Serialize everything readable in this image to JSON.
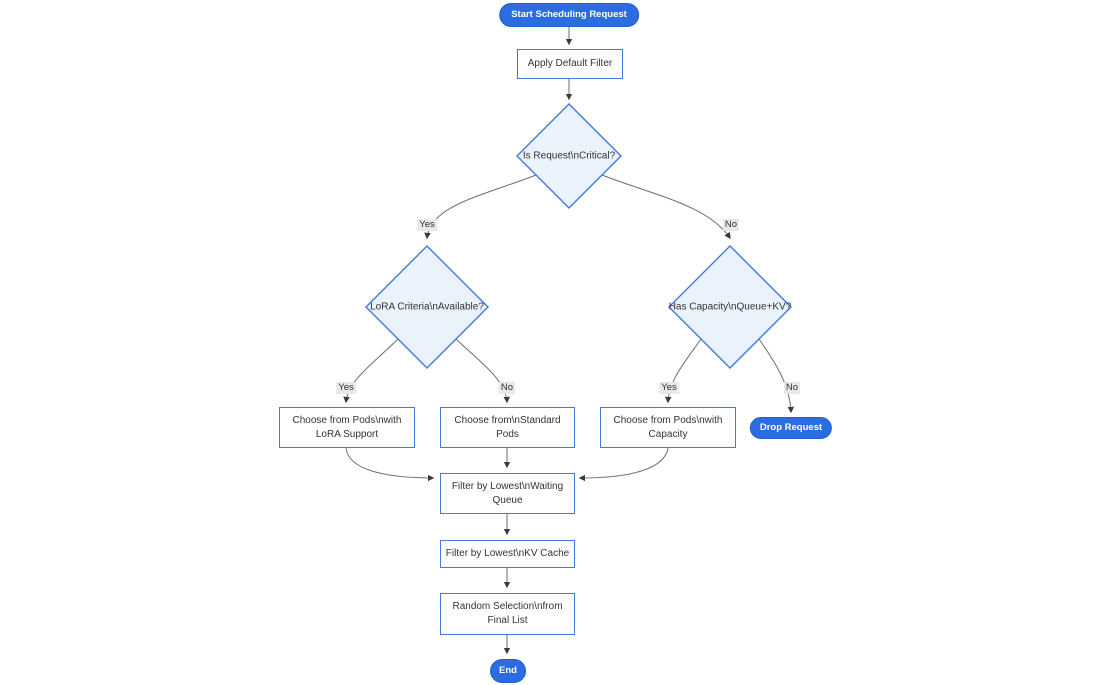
{
  "diagram": {
    "type": "flowchart",
    "nodes": {
      "start": {
        "label": "Start Scheduling Request",
        "shape": "stadium"
      },
      "apply_default_filter": {
        "label": "Apply Default Filter",
        "shape": "rect"
      },
      "is_request_critical": {
        "label": "Is Request\\nCritical?",
        "shape": "diamond"
      },
      "lora_criteria_available": {
        "label": "LoRA Criteria\\nAvailable?",
        "shape": "diamond"
      },
      "has_capacity_queue_kv": {
        "label": "Has Capacity\\nQueue+KV?",
        "shape": "diamond"
      },
      "choose_pods_lora": {
        "label": "Choose from Pods\\nwith LoRA Support",
        "shape": "rect"
      },
      "choose_standard_pods": {
        "label": "Choose from\\nStandard Pods",
        "shape": "rect"
      },
      "choose_pods_capacity": {
        "label": "Choose from Pods\\nwith Capacity",
        "shape": "rect"
      },
      "drop_request": {
        "label": "Drop Request",
        "shape": "stadium"
      },
      "filter_waiting_queue": {
        "label": "Filter by Lowest\\nWaiting Queue",
        "shape": "rect"
      },
      "filter_kv_cache": {
        "label": "Filter by Lowest\\nKV Cache",
        "shape": "rect"
      },
      "random_selection": {
        "label": "Random Selection\\nfrom Final List",
        "shape": "rect"
      },
      "end": {
        "label": "End",
        "shape": "stadium"
      }
    },
    "edges": [
      {
        "from": "start",
        "to": "apply_default_filter",
        "label": ""
      },
      {
        "from": "apply_default_filter",
        "to": "is_request_critical",
        "label": ""
      },
      {
        "from": "is_request_critical",
        "to": "lora_criteria_available",
        "label": "Yes"
      },
      {
        "from": "is_request_critical",
        "to": "has_capacity_queue_kv",
        "label": "No"
      },
      {
        "from": "lora_criteria_available",
        "to": "choose_pods_lora",
        "label": "Yes"
      },
      {
        "from": "lora_criteria_available",
        "to": "choose_standard_pods",
        "label": "No"
      },
      {
        "from": "has_capacity_queue_kv",
        "to": "choose_pods_capacity",
        "label": "Yes"
      },
      {
        "from": "has_capacity_queue_kv",
        "to": "drop_request",
        "label": "No"
      },
      {
        "from": "choose_pods_lora",
        "to": "filter_waiting_queue",
        "label": ""
      },
      {
        "from": "choose_standard_pods",
        "to": "filter_waiting_queue",
        "label": ""
      },
      {
        "from": "choose_pods_capacity",
        "to": "filter_waiting_queue",
        "label": ""
      },
      {
        "from": "filter_waiting_queue",
        "to": "filter_kv_cache",
        "label": ""
      },
      {
        "from": "filter_kv_cache",
        "to": "random_selection",
        "label": ""
      },
      {
        "from": "random_selection",
        "to": "end",
        "label": ""
      }
    ],
    "colors": {
      "accent_fill": "#2b6de0",
      "accent_border": "#2160cc",
      "accent_text": "#ffffff",
      "node_border": "#4178e1",
      "diamond_fill": "#eaf2fc",
      "rect_fill": "#ffffff",
      "edge_line": "#6e6e6e",
      "arrow_head": "#3a3a3a",
      "edge_label_bg": "#e8e8e8",
      "text": "#333333",
      "background": "#ffffff"
    }
  }
}
